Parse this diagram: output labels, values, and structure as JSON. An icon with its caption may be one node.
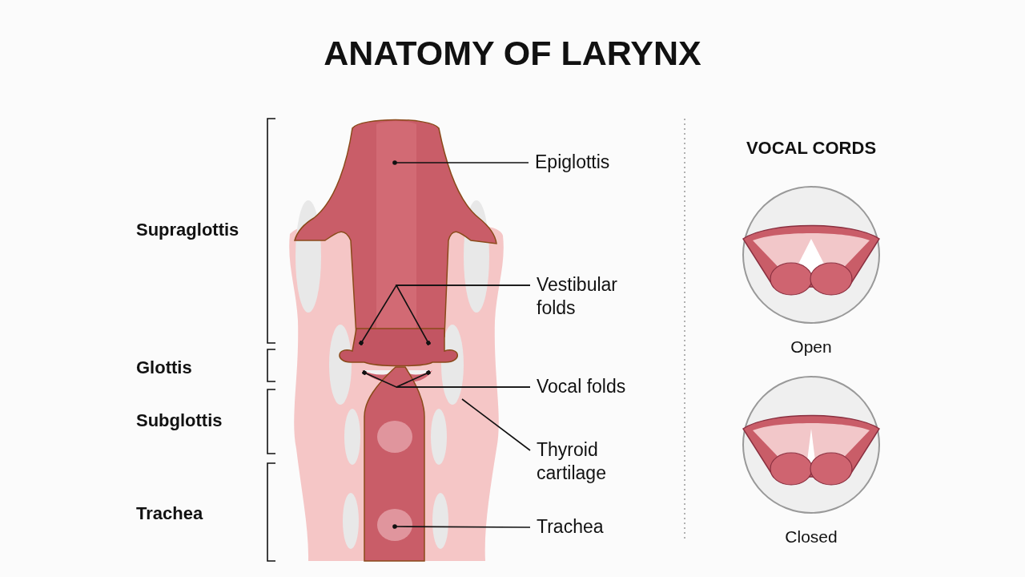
{
  "diagram": {
    "title": "ANATOMY OF LARYNX",
    "nodes": [
      {
        "text": [
          "Epiglottis"
        ]
      },
      {
        "text": [
          "Vestibular folds"
        ]
      },
      {
        "text": [
          "Vocal folds"
        ]
      },
      {
        "text": [
          "Thyroid cartilage"
        ]
      },
      {
        "text": [
          "Trachea"
        ]
      }
    ],
    "edges": [
      {
        "from": 0,
        "to": null,
        "arrow": "other"
      },
      {
        "from": 1,
        "to": null,
        "arrow": "other"
      },
      {
        "from": 1,
        "to": null,
        "arrow": "other"
      },
      {
        "from": 2,
        "to": null,
        "arrow": "other"
      },
      {
        "from": 2,
        "to": null,
        "arrow": "other"
      },
      {
        "from": 3,
        "to": null,
        "arrow": "none"
      },
      {
        "from": 4,
        "to": null,
        "arrow": "other"
      }
    ],
    "labels": [
      "Supraglottis",
      "Glottis",
      "Subglottis",
      "Trachea",
      "VOCAL CORDS",
      "Open",
      "Closed"
    ]
  }
}
